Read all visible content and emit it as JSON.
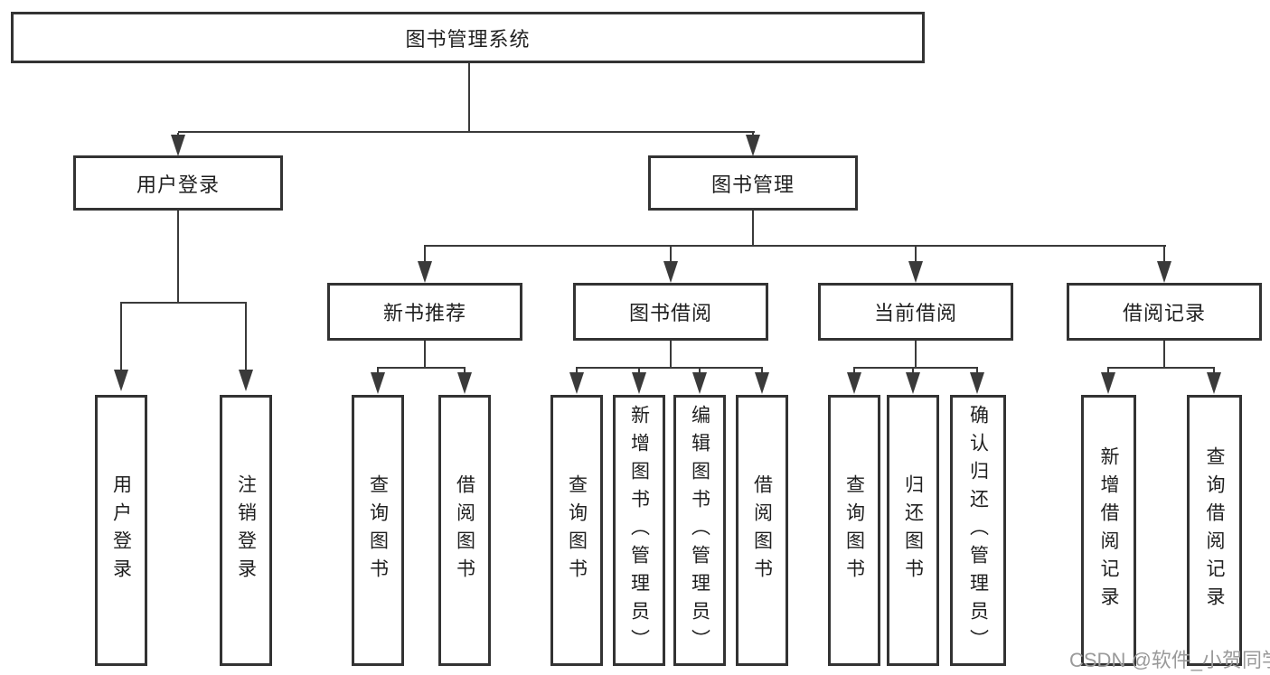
{
  "diagram": {
    "title": "图书管理系统",
    "type": "hierarchy-tree"
  },
  "colors": {
    "background": "#ffffff",
    "line": "#3a3a3a",
    "box_border": "#333333",
    "text": "#1f1f1f",
    "watermark": "#9a9a9a"
  },
  "tree": {
    "root": {
      "label": "图书管理系统"
    },
    "branches": [
      {
        "label": "用户登录",
        "children": [
          {
            "label": "用户登录"
          },
          {
            "label": "注销登录"
          }
        ]
      },
      {
        "label": "图书管理",
        "children": [
          {
            "label": "新书推荐",
            "children": [
              {
                "label": "查询图书"
              },
              {
                "label": "借阅图书"
              }
            ]
          },
          {
            "label": "图书借阅",
            "children": [
              {
                "label": "查询图书"
              },
              {
                "label": "新增图书（管理员）"
              },
              {
                "label": "编辑图书（管理员）"
              },
              {
                "label": "借阅图书"
              }
            ]
          },
          {
            "label": "当前借阅",
            "children": [
              {
                "label": "查询图书"
              },
              {
                "label": "归还图书"
              },
              {
                "label": "确认归还（管理员）"
              }
            ]
          },
          {
            "label": "借阅记录",
            "children": [
              {
                "label": "新增借阅记录"
              },
              {
                "label": "查询借阅记录"
              }
            ]
          }
        ]
      }
    ]
  },
  "watermark": {
    "text": "CSDN @软件_小贺同学"
  }
}
